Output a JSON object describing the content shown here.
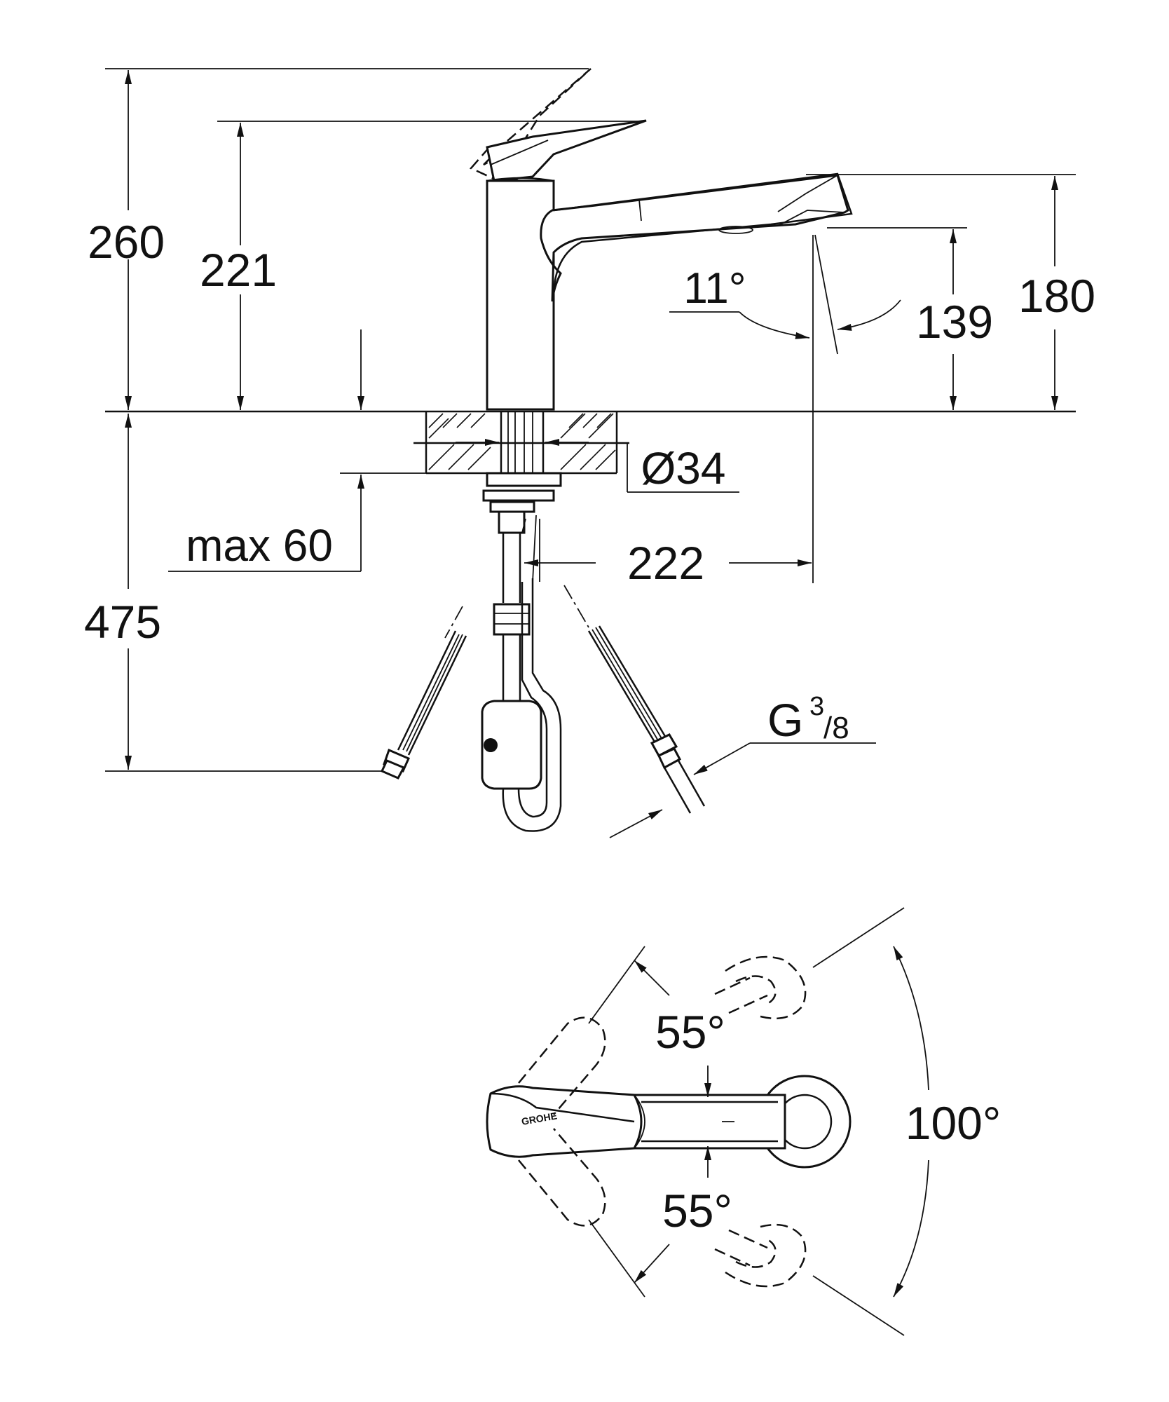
{
  "dimensions": {
    "total_height": "260",
    "lever_height": "221",
    "spout_height": "180",
    "outlet_height": "139",
    "spout_angle": "11°",
    "hole_diameter": "Ø34",
    "max_thickness": "max 60",
    "reach": "222",
    "hose_length": "475",
    "connection_thread_base": "G",
    "connection_thread_num": "3",
    "connection_thread_den": "/8",
    "lever_angle_upper": "55°",
    "lever_angle_lower": "55°",
    "lever_total_angle": "100°"
  },
  "logo": "GROHE"
}
